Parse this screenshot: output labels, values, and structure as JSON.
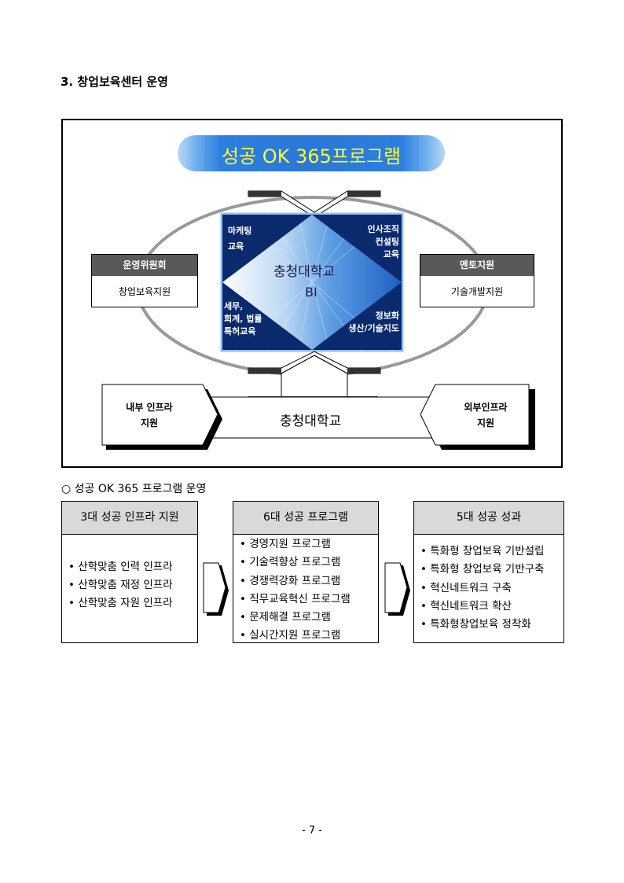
{
  "heading": "3. 창업보육센터 운영",
  "diagram": {
    "banner": "성공 OK 365프로그램",
    "center_title": "충청대학교",
    "center_bi": "BI",
    "quadrants": {
      "top_left": [
        "마케팅",
        "교육"
      ],
      "top_right": [
        "인사조직",
        "컨설팅",
        "교육"
      ],
      "bottom_left": [
        "세무,",
        "회계, 법률",
        "특허교육"
      ],
      "bottom_right": [
        "정보화",
        "생산/기술지도"
      ]
    },
    "left_box": {
      "header": "운영위원회",
      "body": "창업보육지원"
    },
    "right_box": {
      "header": "멘토지원",
      "body": "기술개발지원"
    },
    "bottom_center": "충청대학교",
    "left_infra": [
      "내부 인프라",
      "지원"
    ],
    "right_infra": [
      "외부인프라",
      "지원"
    ]
  },
  "subheading": "○  성공 OK 365 프로그램 운영",
  "columns": [
    {
      "header": "3대 성공 인프라 지원",
      "items": [
        "• 산학맞춤 인력 인프라",
        "• 산학맞춤 재정 인프라",
        "• 산학맞춤 자원 인프라"
      ]
    },
    {
      "header": "6대 성공 프로그램",
      "items": [
        "• 경영지원 프로그램",
        "• 기술력향상 프로그램",
        "• 경쟁력강화 프로그램",
        "• 직무교육혁신 프로그램",
        "• 문제해결 프로그램",
        "• 실시간지원 프로그램"
      ]
    },
    {
      "header": "5대 성공 성과",
      "items": [
        "• 특화형 창업보육 기반설립",
        "• 특화형 창업보육 기반구축",
        "• 혁신네트워크 구축",
        "• 혁신네트워크 확산",
        "• 특화형창업보육 정착화"
      ]
    }
  ],
  "page_number": "- 7 -",
  "colors": {
    "banner_blue": "#3d8ee8",
    "banner_text": "#ffff33",
    "diamond_dark": "#0a2a6e",
    "box_header": "#595959",
    "column_header": "#d9d9d9"
  }
}
